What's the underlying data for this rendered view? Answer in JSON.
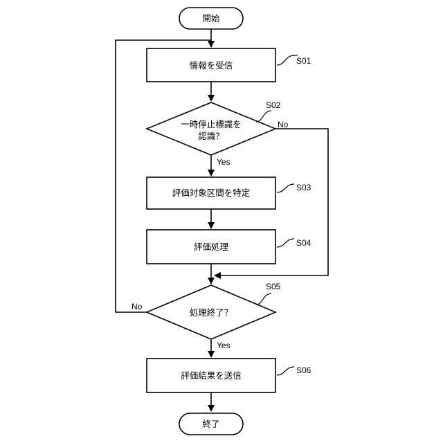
{
  "nodes": {
    "start": "開始",
    "receive": "情報を受信",
    "decision_stop_line_line1": "一時停止標識を",
    "decision_stop_line_line2": "認識？",
    "identify_section": "評価対象区間を特定",
    "evaluate": "評価処理",
    "decision_done": "処理終了？",
    "send_result": "評価結果を送信",
    "end": "終了"
  },
  "steps": {
    "s01": "S01",
    "s02": "S02",
    "s03": "S03",
    "s04": "S04",
    "s05": "S05",
    "s06": "S06"
  },
  "branches": {
    "s02_yes": "Yes",
    "s02_no": "No",
    "s05_yes": "Yes",
    "s05_no": "No"
  }
}
